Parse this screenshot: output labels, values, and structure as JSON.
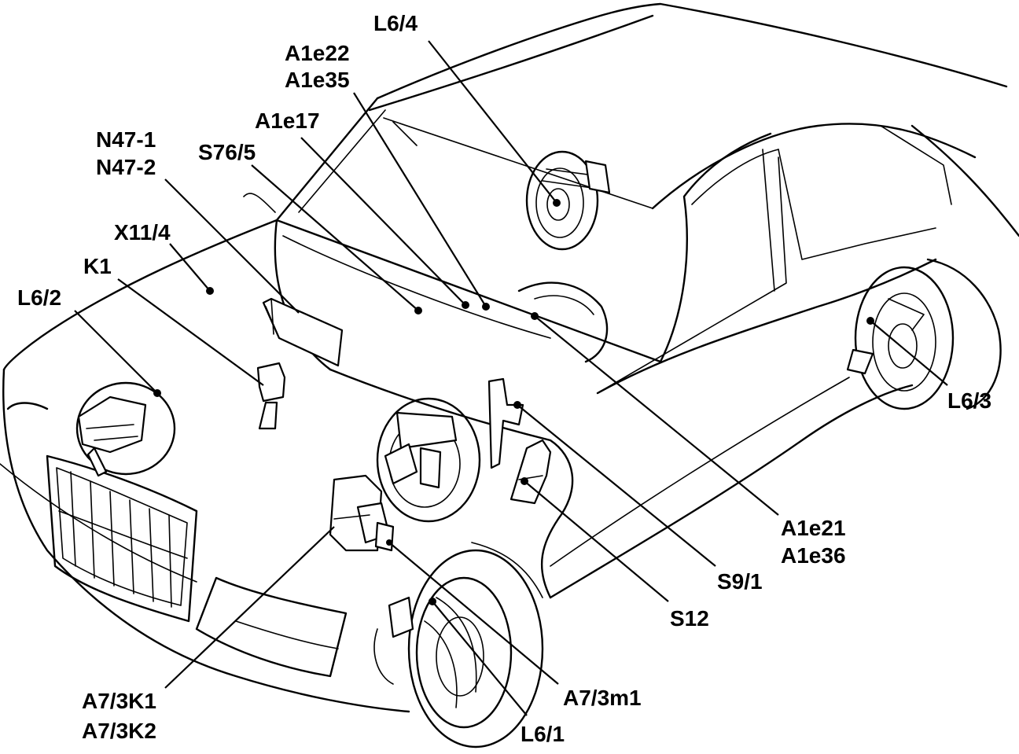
{
  "labels": {
    "L6_4": "L6/4",
    "A1e22": "A1e22",
    "A1e35": "A1e35",
    "A1e17": "A1e17",
    "N47_1": "N47-1",
    "N47_2": "N47-2",
    "S76_5": "S76/5",
    "X11_4": "X11/4",
    "K1": "K1",
    "L6_2": "L6/2",
    "L6_3": "L6/3",
    "A1e21": "A1e21",
    "A1e36": "A1e36",
    "S9_1": "S9/1",
    "S12": "S12",
    "A7_3K1": "A7/3K1",
    "A7_3K2": "A7/3K2",
    "A7_3m1": "A7/3m1",
    "L6_1": "L6/1"
  },
  "colors": {
    "line": "#000000",
    "background": "#ffffff"
  }
}
